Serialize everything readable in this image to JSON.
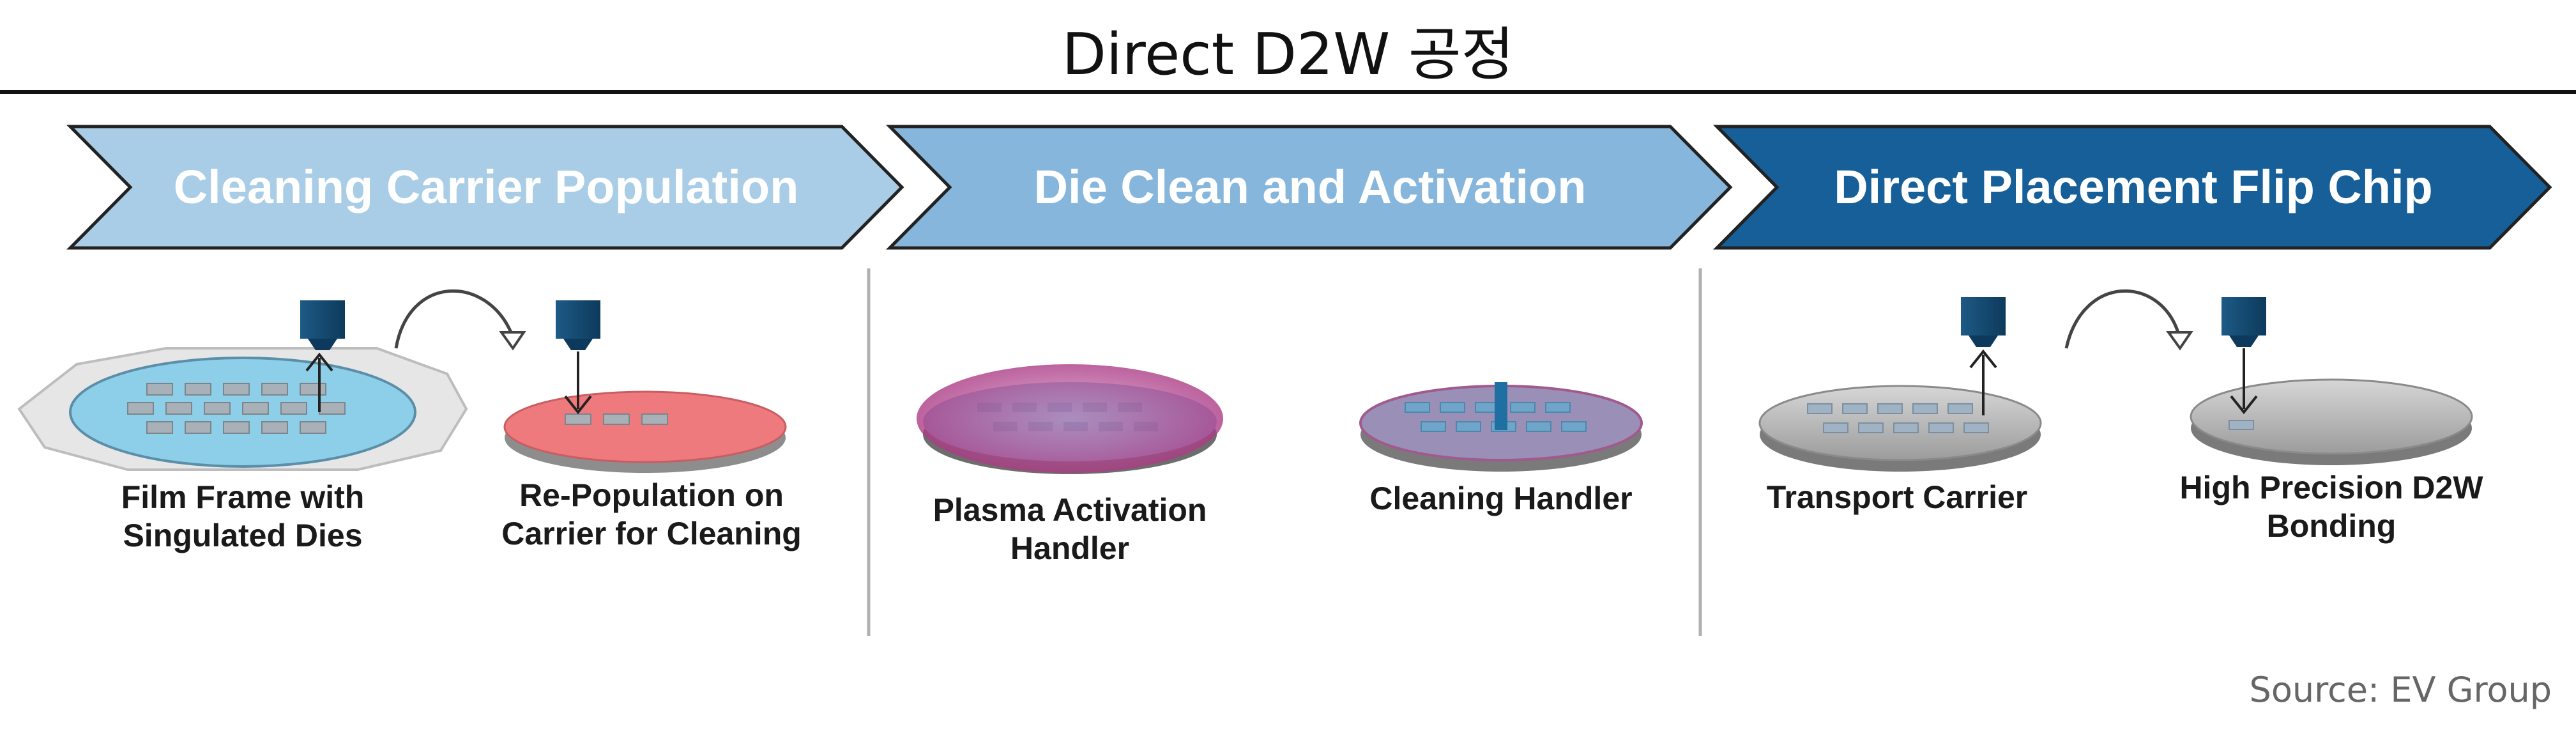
{
  "title": "Direct D2W 공정",
  "colors": {
    "stage1": "#a9cde6",
    "stage2": "#86b6dc",
    "stage3": "#175f98",
    "wafer_blue": "#8dcfe9",
    "wafer_red": "#ef7a7e",
    "die": "#a8b0b8"
  },
  "stages": [
    {
      "label": "Cleaning Carrier Population"
    },
    {
      "label": "Die Clean and Activation"
    },
    {
      "label": "Direct Placement Flip Chip"
    }
  ],
  "steps": [
    {
      "caption": "Film Frame with\nSingulated Dies"
    },
    {
      "caption": "Re-Population on\nCarrier for Cleaning"
    },
    {
      "caption": "Plasma Activation\nHandler"
    },
    {
      "caption": "Cleaning Handler"
    },
    {
      "caption": "Transport Carrier"
    },
    {
      "caption": "High Precision D2W\nBonding"
    }
  ],
  "source": "Source: EV Group"
}
